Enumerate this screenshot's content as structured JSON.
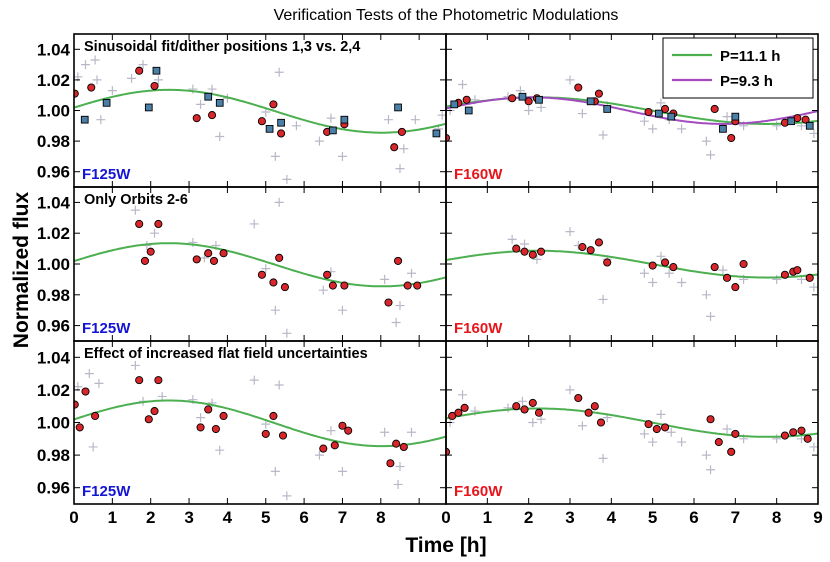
{
  "figure": {
    "title": "Verification Tests of the Photometric Modulations",
    "xlabel": "Time [h]",
    "ylabel": "Normalized flux"
  },
  "colors": {
    "fit_green": "#4caf50",
    "fit_purple": "#a24cc0",
    "red_marker": "#d9262b",
    "blue_marker": "#4a7fa8",
    "cross": "#b8b8c8",
    "f125w_label": "#1515d6",
    "f160w_label": "#e8151b"
  },
  "legend": [
    {
      "label": "P=11.1 h",
      "color": "#4caf50"
    },
    {
      "label": "P=9.3 h",
      "color": "#a24cc0"
    }
  ],
  "chart_data": [
    {
      "type": "scatter",
      "panel": "top-left",
      "title": "Sinusoidal fit/dither positions 1,3 vs. 2,4",
      "filter": "F125W",
      "xlim": [
        0,
        9.7
      ],
      "ylim": [
        0.95,
        1.05
      ],
      "yticks": [
        "1.04",
        "1.02",
        "1.00",
        "0.98",
        "0.96"
      ],
      "fits": [
        {
          "amp": 0.014,
          "period": 11.1,
          "phase": -0.3,
          "offset": 0.9995,
          "color": "#4caf50"
        }
      ],
      "red": [
        [
          0.02,
          1.011
        ],
        [
          0.45,
          1.015
        ],
        [
          1.7,
          1.026
        ],
        [
          2.1,
          1.016
        ],
        [
          3.2,
          0.995
        ],
        [
          3.6,
          0.997
        ],
        [
          4.9,
          0.993
        ],
        [
          5.2,
          1.004
        ],
        [
          5.4,
          0.985
        ],
        [
          6.6,
          0.986
        ],
        [
          7.05,
          0.991
        ],
        [
          8.35,
          0.976
        ],
        [
          8.55,
          0.986
        ]
      ],
      "blue": [
        [
          0.28,
          0.994
        ],
        [
          0.85,
          1.005
        ],
        [
          1.95,
          1.002
        ],
        [
          2.15,
          1.026
        ],
        [
          3.5,
          1.009
        ],
        [
          3.8,
          1.005
        ],
        [
          5.1,
          0.988
        ],
        [
          5.4,
          0.992
        ],
        [
          6.75,
          0.987
        ],
        [
          7.05,
          0.994
        ],
        [
          8.45,
          1.002
        ],
        [
          9.45,
          0.985
        ]
      ],
      "crosses": [
        [
          0.1,
          1.022
        ],
        [
          0.3,
          1.03
        ],
        [
          0.55,
          1.033
        ],
        [
          0.6,
          1.02
        ],
        [
          0.7,
          0.994
        ],
        [
          1.0,
          1.013
        ],
        [
          1.5,
          1.021
        ],
        [
          1.8,
          1.03
        ],
        [
          2.2,
          1.02
        ],
        [
          3.1,
          1.014
        ],
        [
          3.3,
          1.004
        ],
        [
          3.6,
          1.014
        ],
        [
          3.8,
          0.983
        ],
        [
          4.0,
          1.008
        ],
        [
          5.0,
          0.999
        ],
        [
          5.25,
          0.97
        ],
        [
          5.35,
          1.025
        ],
        [
          5.55,
          0.955
        ],
        [
          5.8,
          0.99
        ],
        [
          6.4,
          0.98
        ],
        [
          6.7,
          0.995
        ],
        [
          7.0,
          0.97
        ],
        [
          8.2,
          0.994
        ],
        [
          8.5,
          0.962
        ],
        [
          8.6,
          0.975
        ],
        [
          8.9,
          0.994
        ],
        [
          9.5,
          0.988
        ],
        [
          9.6,
          0.997
        ]
      ]
    },
    {
      "type": "scatter",
      "panel": "top-right",
      "title": "",
      "filter": "F160W",
      "xlim": [
        0,
        9
      ],
      "ylim": [
        0.95,
        1.05
      ],
      "fits": [
        {
          "amp": 0.0087,
          "period": 11.1,
          "phase": -0.55,
          "offset": 0.9999,
          "color": "#4caf50"
        },
        {
          "amp": 0.0087,
          "period": 9.3,
          "phase": -0.25,
          "offset": 0.9999,
          "color": "#a24cc0"
        }
      ],
      "red": [
        [
          0.0,
          0.982
        ],
        [
          0.3,
          1.005
        ],
        [
          0.5,
          1.007
        ],
        [
          1.6,
          1.008
        ],
        [
          2.0,
          1.006
        ],
        [
          2.2,
          1.008
        ],
        [
          3.2,
          1.015
        ],
        [
          3.6,
          1.006
        ],
        [
          3.7,
          1.011
        ],
        [
          4.9,
          0.999
        ],
        [
          5.3,
          1.001
        ],
        [
          5.5,
          0.998
        ],
        [
          6.5,
          1.001
        ],
        [
          6.9,
          0.982
        ],
        [
          7.0,
          0.993
        ],
        [
          8.2,
          0.992
        ],
        [
          8.5,
          0.995
        ],
        [
          8.7,
          0.994
        ]
      ],
      "blue": [
        [
          0.2,
          1.004
        ],
        [
          0.55,
          1.0
        ],
        [
          1.85,
          1.009
        ],
        [
          2.25,
          1.007
        ],
        [
          3.5,
          1.006
        ],
        [
          3.9,
          1.001
        ],
        [
          5.15,
          0.998
        ],
        [
          5.45,
          0.996
        ],
        [
          6.7,
          0.988
        ],
        [
          7.0,
          0.996
        ],
        [
          8.35,
          0.993
        ],
        [
          8.8,
          0.99
        ]
      ],
      "crosses": [
        [
          0.1,
          1.0
        ],
        [
          0.4,
          1.017
        ],
        [
          0.7,
          1.007
        ],
        [
          1.5,
          1.009
        ],
        [
          1.8,
          1.013
        ],
        [
          2.0,
          1.0
        ],
        [
          2.3,
          1.002
        ],
        [
          3.0,
          1.02
        ],
        [
          3.3,
          0.998
        ],
        [
          3.8,
          0.984
        ],
        [
          3.9,
          1.003
        ],
        [
          4.8,
          0.993
        ],
        [
          5.0,
          0.988
        ],
        [
          5.2,
          1.005
        ],
        [
          5.4,
          0.994
        ],
        [
          5.7,
          0.988
        ],
        [
          6.3,
          0.98
        ],
        [
          6.4,
          0.971
        ],
        [
          6.8,
          0.996
        ],
        [
          7.2,
          0.99
        ],
        [
          8.0,
          0.99
        ],
        [
          8.6,
          0.99
        ],
        [
          8.9,
          0.985
        ]
      ]
    },
    {
      "type": "scatter",
      "panel": "middle-left",
      "title": "Only Orbits 2-6",
      "filter": "F125W",
      "xlim": [
        0,
        9.7
      ],
      "ylim": [
        0.95,
        1.05
      ],
      "yticks": [
        "1.04",
        "1.02",
        "1.00",
        "0.98",
        "0.96"
      ],
      "fits": [
        {
          "amp": 0.014,
          "period": 11.1,
          "phase": -0.3,
          "offset": 0.9995,
          "color": "#4caf50"
        }
      ],
      "red": [
        [
          1.7,
          1.026
        ],
        [
          1.85,
          1.002
        ],
        [
          2.0,
          1.008
        ],
        [
          2.2,
          1.026
        ],
        [
          3.2,
          1.003
        ],
        [
          3.5,
          1.007
        ],
        [
          3.65,
          1.002
        ],
        [
          3.9,
          1.007
        ],
        [
          4.9,
          0.993
        ],
        [
          5.2,
          0.988
        ],
        [
          5.35,
          1.004
        ],
        [
          5.5,
          0.985
        ],
        [
          6.6,
          0.993
        ],
        [
          6.75,
          0.986
        ],
        [
          7.05,
          0.986
        ],
        [
          8.2,
          0.975
        ],
        [
          8.45,
          1.002
        ],
        [
          8.7,
          0.986
        ],
        [
          8.95,
          0.986
        ]
      ],
      "blue": [],
      "crosses": [
        [
          1.6,
          1.035
        ],
        [
          1.9,
          1.012
        ],
        [
          2.1,
          1.02
        ],
        [
          3.1,
          1.014
        ],
        [
          3.4,
          1.004
        ],
        [
          3.7,
          1.012
        ],
        [
          4.7,
          1.026
        ],
        [
          5.0,
          0.997
        ],
        [
          5.25,
          0.97
        ],
        [
          5.35,
          1.04
        ],
        [
          5.55,
          0.955
        ],
        [
          6.5,
          0.983
        ],
        [
          6.7,
          0.995
        ],
        [
          7.0,
          0.97
        ],
        [
          8.1,
          0.99
        ],
        [
          8.4,
          0.962
        ],
        [
          8.5,
          0.973
        ],
        [
          8.8,
          0.994
        ]
      ]
    },
    {
      "type": "scatter",
      "panel": "middle-right",
      "title": "",
      "filter": "F160W",
      "xlim": [
        0,
        9
      ],
      "ylim": [
        0.95,
        1.05
      ],
      "fits": [
        {
          "amp": 0.0087,
          "period": 11.1,
          "phase": -0.55,
          "offset": 0.9999,
          "color": "#4caf50"
        }
      ],
      "red": [
        [
          1.7,
          1.01
        ],
        [
          1.9,
          1.008
        ],
        [
          2.1,
          1.006
        ],
        [
          2.3,
          1.008
        ],
        [
          3.3,
          1.011
        ],
        [
          3.5,
          1.009
        ],
        [
          3.7,
          1.014
        ],
        [
          3.9,
          1.001
        ],
        [
          5.0,
          0.999
        ],
        [
          5.3,
          1.001
        ],
        [
          5.5,
          0.998
        ],
        [
          6.5,
          0.998
        ],
        [
          6.8,
          0.991
        ],
        [
          7.0,
          0.985
        ],
        [
          7.2,
          1.0
        ],
        [
          8.2,
          0.993
        ],
        [
          8.4,
          0.995
        ],
        [
          8.5,
          0.996
        ],
        [
          8.8,
          0.991
        ]
      ],
      "blue": [],
      "crosses": [
        [
          1.6,
          1.016
        ],
        [
          1.9,
          1.013
        ],
        [
          2.2,
          1.003
        ],
        [
          3.0,
          1.021
        ],
        [
          3.2,
          1.012
        ],
        [
          3.8,
          0.977
        ],
        [
          3.9,
          1.003
        ],
        [
          4.8,
          0.994
        ],
        [
          5.0,
          0.988
        ],
        [
          5.2,
          1.005
        ],
        [
          5.4,
          0.994
        ],
        [
          5.7,
          0.988
        ],
        [
          6.3,
          0.98
        ],
        [
          6.4,
          0.966
        ],
        [
          6.7,
          0.996
        ],
        [
          7.2,
          0.99
        ],
        [
          8.0,
          0.99
        ],
        [
          8.6,
          0.99
        ],
        [
          8.9,
          0.985
        ]
      ]
    },
    {
      "type": "scatter",
      "panel": "bottom-left",
      "title": "Effect of increased flat field uncertainties",
      "filter": "F125W",
      "xlim": [
        0,
        9.7
      ],
      "ylim": [
        0.95,
        1.05
      ],
      "yticks": [
        "1.04",
        "1.02",
        "1.00",
        "0.98",
        "0.96"
      ],
      "fits": [
        {
          "amp": 0.014,
          "period": 11.1,
          "phase": -0.3,
          "offset": 0.9995,
          "color": "#4caf50"
        }
      ],
      "red": [
        [
          0.02,
          1.011
        ],
        [
          0.15,
          0.997
        ],
        [
          0.3,
          1.019
        ],
        [
          0.55,
          1.004
        ],
        [
          1.7,
          1.026
        ],
        [
          1.95,
          1.002
        ],
        [
          2.1,
          1.007
        ],
        [
          2.2,
          1.026
        ],
        [
          3.3,
          0.997
        ],
        [
          3.5,
          1.008
        ],
        [
          3.7,
          0.996
        ],
        [
          3.9,
          1.004
        ],
        [
          5.0,
          0.993
        ],
        [
          5.2,
          1.004
        ],
        [
          5.45,
          0.992
        ],
        [
          6.5,
          0.984
        ],
        [
          6.8,
          0.986
        ],
        [
          7.0,
          0.998
        ],
        [
          7.15,
          0.995
        ],
        [
          8.25,
          0.975
        ],
        [
          8.4,
          0.987
        ],
        [
          8.6,
          0.985
        ]
      ],
      "blue": [],
      "crosses": [
        [
          0.1,
          1.022
        ],
        [
          0.4,
          1.03
        ],
        [
          0.5,
          0.985
        ],
        [
          0.65,
          1.024
        ],
        [
          1.6,
          1.035
        ],
        [
          1.8,
          1.013
        ],
        [
          2.3,
          1.016
        ],
        [
          3.1,
          1.014
        ],
        [
          3.3,
          1.003
        ],
        [
          3.6,
          1.012
        ],
        [
          3.8,
          0.983
        ],
        [
          4.7,
          1.026
        ],
        [
          5.0,
          0.999
        ],
        [
          5.25,
          0.97
        ],
        [
          5.35,
          1.023
        ],
        [
          5.55,
          0.955
        ],
        [
          6.4,
          0.98
        ],
        [
          6.7,
          0.995
        ],
        [
          7.0,
          0.97
        ],
        [
          8.1,
          0.994
        ],
        [
          8.45,
          0.962
        ],
        [
          8.5,
          0.973
        ],
        [
          8.8,
          0.994
        ]
      ]
    },
    {
      "type": "scatter",
      "panel": "bottom-right",
      "title": "",
      "filter": "F160W",
      "xlim": [
        0,
        9
      ],
      "ylim": [
        0.95,
        1.05
      ],
      "xticks": [
        "0",
        "1",
        "2",
        "3",
        "4",
        "5",
        "6",
        "7",
        "8",
        "9"
      ],
      "fits": [
        {
          "amp": 0.0087,
          "period": 11.1,
          "phase": -0.55,
          "offset": 0.9999,
          "color": "#4caf50"
        }
      ],
      "red": [
        [
          0.0,
          0.982
        ],
        [
          0.15,
          1.004
        ],
        [
          0.3,
          1.006
        ],
        [
          0.45,
          1.009
        ],
        [
          1.7,
          1.01
        ],
        [
          1.9,
          1.008
        ],
        [
          2.1,
          1.012
        ],
        [
          2.25,
          1.006
        ],
        [
          3.2,
          1.015
        ],
        [
          3.45,
          1.006
        ],
        [
          3.6,
          1.01
        ],
        [
          3.75,
          1.0
        ],
        [
          4.9,
          0.999
        ],
        [
          5.1,
          0.996
        ],
        [
          5.3,
          0.997
        ],
        [
          6.4,
          1.002
        ],
        [
          6.6,
          0.988
        ],
        [
          6.9,
          0.982
        ],
        [
          7.0,
          0.993
        ],
        [
          8.2,
          0.992
        ],
        [
          8.4,
          0.994
        ],
        [
          8.6,
          0.995
        ],
        [
          8.75,
          0.99
        ]
      ],
      "blue": [],
      "crosses": [
        [
          0.1,
          1.0
        ],
        [
          0.4,
          1.017
        ],
        [
          0.7,
          1.007
        ],
        [
          1.5,
          1.009
        ],
        [
          1.85,
          1.013
        ],
        [
          2.1,
          1.0
        ],
        [
          2.3,
          1.002
        ],
        [
          3.0,
          1.02
        ],
        [
          3.3,
          0.998
        ],
        [
          3.8,
          0.978
        ],
        [
          3.9,
          1.003
        ],
        [
          4.8,
          0.993
        ],
        [
          5.0,
          0.988
        ],
        [
          5.2,
          1.005
        ],
        [
          5.45,
          0.994
        ],
        [
          5.7,
          0.988
        ],
        [
          6.3,
          0.98
        ],
        [
          6.4,
          0.971
        ],
        [
          6.8,
          0.996
        ],
        [
          7.2,
          0.99
        ],
        [
          8.0,
          0.99
        ],
        [
          8.6,
          0.99
        ],
        [
          8.9,
          0.985
        ]
      ]
    }
  ]
}
